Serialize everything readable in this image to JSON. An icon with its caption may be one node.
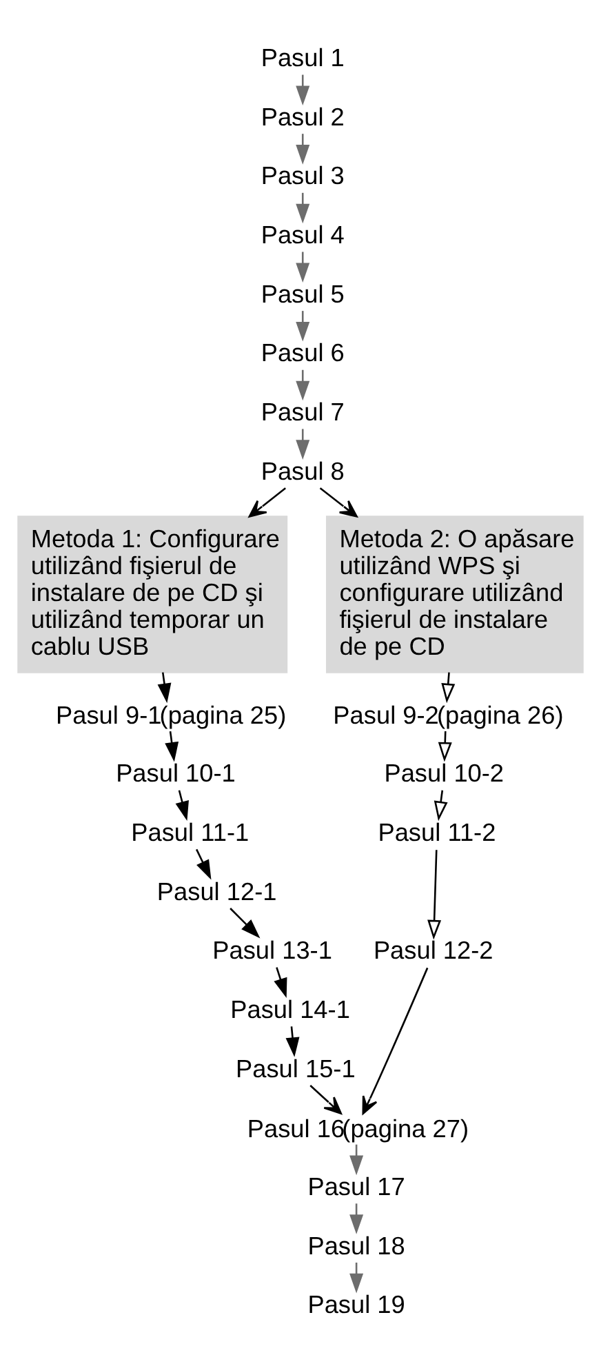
{
  "diagram": {
    "nodes": [
      {
        "text": [
          "Pasul 1"
        ]
      },
      {
        "text": [
          "Pasul 2"
        ]
      },
      {
        "text": [
          "Pasul 3"
        ]
      },
      {
        "text": [
          "Pasul 4"
        ]
      },
      {
        "text": [
          "Pasul 5"
        ]
      },
      {
        "text": [
          "Pasul 6"
        ]
      },
      {
        "text": [
          "Pasul 7"
        ]
      },
      {
        "text": [
          "Pasul 8"
        ]
      },
      {
        "text": [
          "Metoda 1: Configurare utilizând fişierul de instalare de pe CD şi utilizând temporar un cablu USB"
        ]
      },
      {
        "text": [
          "Metoda 2: O apăsare utilizând WPS şi configurare utilizând fişierul de instalare de pe CD"
        ]
      },
      {
        "text": [
          "Pasul 9-1"
        ],
        "beside": [
          "(pagina 25)"
        ]
      },
      {
        "text": [
          "Pasul 10-1"
        ]
      },
      {
        "text": [
          "Pasul 11-1"
        ]
      },
      {
        "text": [
          "Pasul 12-1"
        ]
      },
      {
        "text": [
          "Pasul 13-1"
        ]
      },
      {
        "text": [
          "Pasul 14-1"
        ]
      },
      {
        "text": [
          "Pasul 15-1"
        ]
      },
      {
        "text": [
          "Pasul 9-2"
        ],
        "beside": [
          "(pagina 26)"
        ]
      },
      {
        "text": [
          "Pasul 10-2"
        ]
      },
      {
        "text": [
          "Pasul 11-2"
        ]
      },
      {
        "text": [
          "Pasul 12-2"
        ]
      },
      {
        "text": [
          "Pasul 16"
        ],
        "beside": [
          "(pagina 27)"
        ]
      },
      {
        "text": [
          "Pasul 17"
        ]
      },
      {
        "text": [
          "Pasul 18"
        ]
      },
      {
        "text": [
          "Pasul 19"
        ]
      }
    ],
    "edges": [
      {
        "from": 0,
        "to": 1,
        "arrow": "to",
        "color": "#6d6d6d"
      },
      {
        "from": 1,
        "to": 2,
        "arrow": "to",
        "color": "#6d6d6d"
      },
      {
        "from": 2,
        "to": 3,
        "arrow": "to",
        "color": "#6d6d6d"
      },
      {
        "from": 3,
        "to": 4,
        "arrow": "to",
        "color": "#6d6d6d"
      },
      {
        "from": 4,
        "to": 5,
        "arrow": "to",
        "color": "#6d6d6d"
      },
      {
        "from": 5,
        "to": 6,
        "arrow": "to",
        "color": "#6d6d6d"
      },
      {
        "from": 6,
        "to": 7,
        "arrow": "to",
        "color": "#6d6d6d"
      },
      {
        "from": 7,
        "to": 8,
        "arrow": "to"
      },
      {
        "from": 7,
        "to": 9,
        "arrow": "to"
      },
      {
        "from": 8,
        "to": 10,
        "arrow": "to"
      },
      {
        "from": 10,
        "to": 11,
        "arrow": "to"
      },
      {
        "from": 11,
        "to": 12,
        "arrow": "to"
      },
      {
        "from": 12,
        "to": 13,
        "arrow": "to"
      },
      {
        "from": 13,
        "to": 14,
        "arrow": "to"
      },
      {
        "from": 14,
        "to": 15,
        "arrow": "to"
      },
      {
        "from": 15,
        "to": 16,
        "arrow": "to"
      },
      {
        "from": 9,
        "to": 17,
        "arrow": "to"
      },
      {
        "from": 17,
        "to": 18,
        "arrow": "to"
      },
      {
        "from": 18,
        "to": 19,
        "arrow": "to"
      },
      {
        "from": 19,
        "to": 20,
        "arrow": "to"
      },
      {
        "from": 16,
        "to": 21,
        "arrow": "to"
      },
      {
        "from": 20,
        "to": 21,
        "arrow": "to"
      },
      {
        "from": 21,
        "to": 22,
        "arrow": "to",
        "color": "#6d6d6d"
      },
      {
        "from": 22,
        "to": 23,
        "arrow": "to",
        "color": "#6d6d6d"
      },
      {
        "from": 23,
        "to": 24,
        "arrow": "to",
        "color": "#6d6d6d"
      }
    ]
  }
}
